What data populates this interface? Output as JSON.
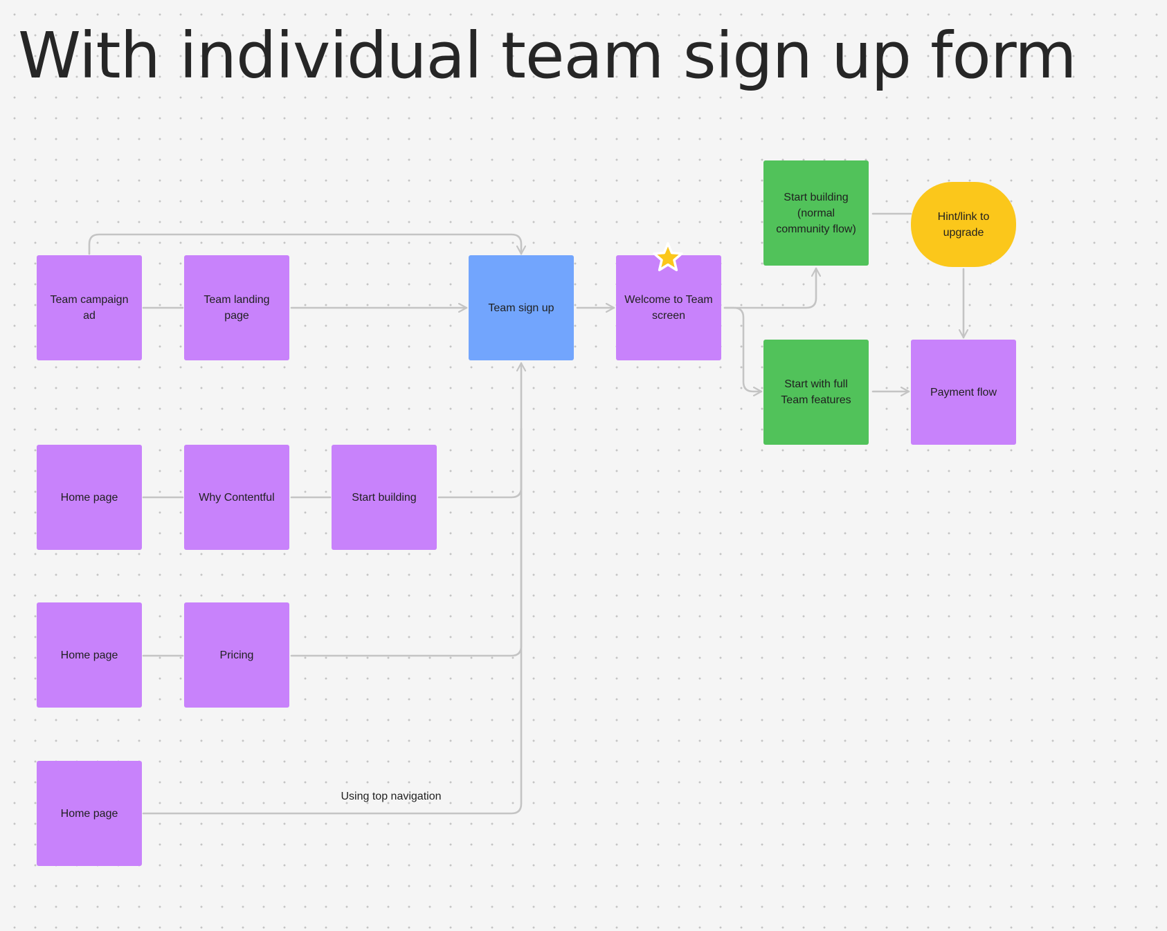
{
  "title": "With individual team sign up form",
  "colors": {
    "purple": "#c882fb",
    "blue": "#72a5fd",
    "green": "#51c25a",
    "yellow": "#fbc71b",
    "connector": "#c4c4c4"
  },
  "nodes": {
    "team_campaign_ad": "Team campaign ad",
    "team_landing_page": "Team landing page",
    "team_sign_up": "Team sign up",
    "welcome_team_screen": "Welcome to Team screen",
    "start_building_normal": "Start building (normal community flow)",
    "hint_link_upgrade": "Hint/link to upgrade",
    "start_full_team": "Start with full Team features",
    "payment_flow": "Payment flow",
    "home_page_1": "Home page",
    "why_contentful": "Why Contentful",
    "start_building": "Start building",
    "home_page_2": "Home page",
    "pricing": "Pricing",
    "home_page_3": "Home page"
  },
  "edge_labels": {
    "top_navigation": "Using top navigation"
  },
  "icons": {
    "welcome_badge": "star-icon"
  }
}
